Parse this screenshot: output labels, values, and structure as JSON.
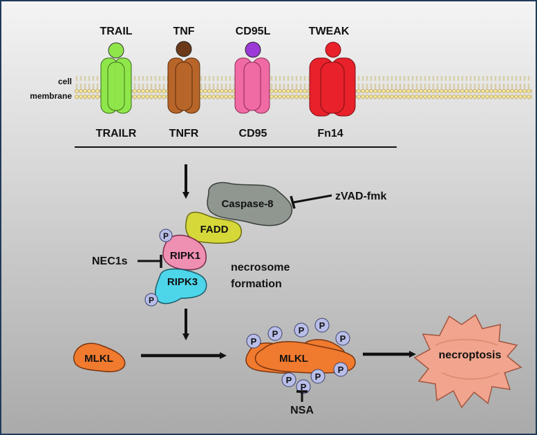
{
  "ligands": {
    "trail": {
      "label": "TRAIL",
      "color": "#8fe64a"
    },
    "tnf": {
      "label": "TNF",
      "color": "#6b3a1a"
    },
    "cd95l": {
      "label": "CD95L",
      "color": "#9b3ad6"
    },
    "tweak": {
      "label": "TWEAK",
      "color": "#e8212b"
    }
  },
  "receptors": {
    "trailr": {
      "label": "TRAILR",
      "color": "#8fe64a"
    },
    "tnfr": {
      "label": "TNFR",
      "color": "#b8652a"
    },
    "cd95": {
      "label": "CD95",
      "color": "#f06aa4"
    },
    "fn14": {
      "label": "Fn14",
      "color": "#e8212b"
    }
  },
  "membrane": {
    "line1": "cell",
    "line2": "membrane"
  },
  "complex": {
    "caspase8": "Caspase-8",
    "fadd": "FADD",
    "ripk1": "RIPK1",
    "ripk3": "RIPK3",
    "phospho": "P"
  },
  "inhibitors": {
    "zvad": "zVAD-fmk",
    "nec1s": "NEC1s",
    "nsa": "NSA"
  },
  "annotations": {
    "necrosome_line1": "necrosome",
    "necrosome_line2": "formation"
  },
  "mlkl": {
    "label": "MLKL",
    "label_phospho": "MLKL",
    "color": "#f07a2e"
  },
  "outcome": {
    "label": "necroptosis",
    "color": "#f2a58e"
  }
}
